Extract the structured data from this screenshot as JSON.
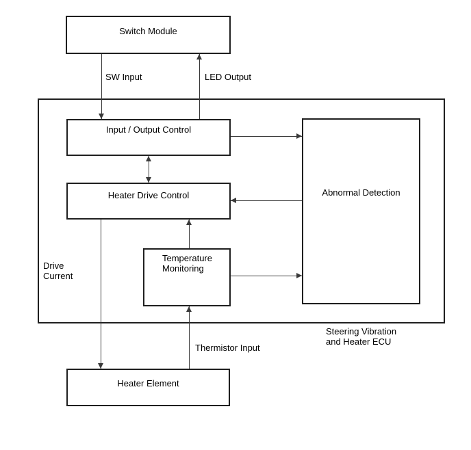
{
  "boxes": {
    "switch_module": "Switch Module",
    "io_control": "Input / Output Control",
    "heater_drive": "Heater Drive Control",
    "temp_monitoring": {
      "line1": "Temperature",
      "line2": "Monitoring"
    },
    "abnormal_detection": "Abnormal Detection",
    "heater_element": "Heater Element"
  },
  "labels": {
    "sw_input": "SW Input",
    "led_output": "LED Output",
    "drive_current": {
      "line1": "Drive",
      "line2": "Current"
    },
    "thermistor_input": "Thermistor Input",
    "ecu": {
      "line1": "Steering Vibration",
      "line2": "and Heater ECU"
    }
  },
  "colors": {
    "background": "#ffffff",
    "border": "#1f1f1f",
    "line": "#3a3a3a",
    "text": "#000000"
  },
  "connections": [
    {
      "from": "Switch Module",
      "to": "Input / Output Control",
      "label": "SW Input",
      "direction": "down"
    },
    {
      "from": "Input / Output Control",
      "to": "Switch Module",
      "label": "LED Output",
      "direction": "up"
    },
    {
      "from": "Input / Output Control",
      "to": "Abnormal Detection",
      "direction": "right"
    },
    {
      "from": "Abnormal Detection",
      "to": "Heater Drive Control",
      "direction": "left"
    },
    {
      "from": "Input / Output Control",
      "to": "Heater Drive Control",
      "bidirectional": true
    },
    {
      "from": "Temperature Monitoring",
      "to": "Heater Drive Control",
      "direction": "up"
    },
    {
      "from": "Temperature Monitoring",
      "to": "Abnormal Detection",
      "direction": "right"
    },
    {
      "from": "Heater Drive Control",
      "to": "Heater Element",
      "label": "Drive Current",
      "direction": "down"
    },
    {
      "from": "Heater Element",
      "to": "Temperature Monitoring",
      "label": "Thermistor Input",
      "direction": "up"
    }
  ]
}
